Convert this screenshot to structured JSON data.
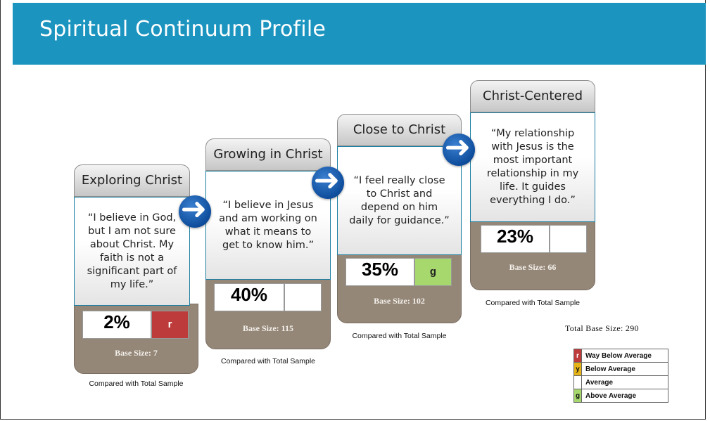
{
  "title": "Spiritual Continuum Profile",
  "stages": [
    {
      "name": "Exploring Christ",
      "quote": "“I believe in God, but I am not sure about Christ. My faith is not a significant part of my life.”",
      "percent": "2%",
      "flag": "r",
      "flag_color": "#bd3b3b",
      "base_size": "Base Size: 7",
      "compared": "Compared with Total Sample"
    },
    {
      "name": "Growing in Christ",
      "quote": "“I believe in Jesus and am working on what it means to get to know him.”",
      "percent": "40%",
      "flag": "",
      "flag_color": "#ffffff",
      "base_size": "Base Size: 115",
      "compared": "Compared with Total Sample"
    },
    {
      "name": "Close to Christ",
      "quote": "“I feel really close to Christ and depend on him daily for guidance.”",
      "percent": "35%",
      "flag": "g",
      "flag_color": "#a6d86e",
      "base_size": "Base Size: 102",
      "compared": "Compared with Total Sample"
    },
    {
      "name": "Christ-Centered",
      "quote": "“My relationship with Jesus is the most important relationship in my life.  It guides everything I do.”",
      "percent": "23%",
      "flag": "",
      "flag_color": "#ffffff",
      "base_size": "Base Size: 66",
      "compared": "Compared with Total Sample"
    }
  ],
  "total_base": "Total Base Size: 290",
  "legend": [
    {
      "code": "r",
      "label": "Way Below Average",
      "color": "#bd3b3b"
    },
    {
      "code": "y",
      "label": "Below Average",
      "color": "#e6b417"
    },
    {
      "code": "",
      "label": "Average",
      "color": "#ffffff"
    },
    {
      "code": "g",
      "label": "Above Average",
      "color": "#a6d86e"
    }
  ],
  "icons": {
    "arrow": "arrow-right-circle-icon"
  }
}
